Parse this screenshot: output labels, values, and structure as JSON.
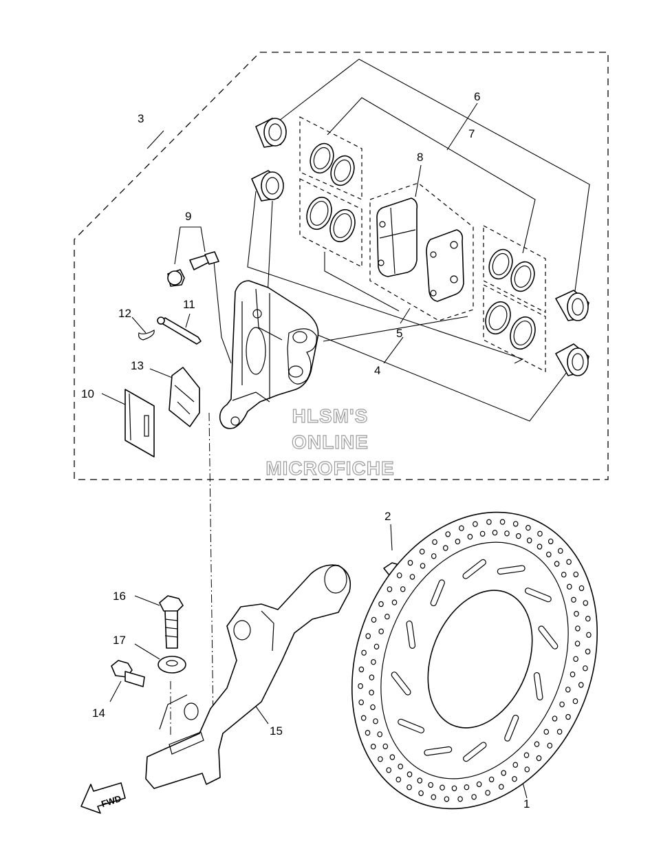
{
  "watermark": {
    "line1": "HLSM'S",
    "line2": "ONLINE",
    "line3": "MICROFICHE"
  },
  "fwd_label": "FWD",
  "callouts": [
    {
      "id": "1",
      "label": "1"
    },
    {
      "id": "2",
      "label": "2"
    },
    {
      "id": "3",
      "label": "3"
    },
    {
      "id": "4",
      "label": "4"
    },
    {
      "id": "5",
      "label": "5"
    },
    {
      "id": "6",
      "label": "6"
    },
    {
      "id": "7",
      "label": "7"
    },
    {
      "id": "8",
      "label": "8"
    },
    {
      "id": "9",
      "label": "9"
    },
    {
      "id": "10",
      "label": "10"
    },
    {
      "id": "11",
      "label": "11"
    },
    {
      "id": "12",
      "label": "12"
    },
    {
      "id": "13",
      "label": "13"
    },
    {
      "id": "14",
      "label": "14"
    },
    {
      "id": "15",
      "label": "15"
    },
    {
      "id": "16",
      "label": "16"
    },
    {
      "id": "17",
      "label": "17"
    }
  ]
}
